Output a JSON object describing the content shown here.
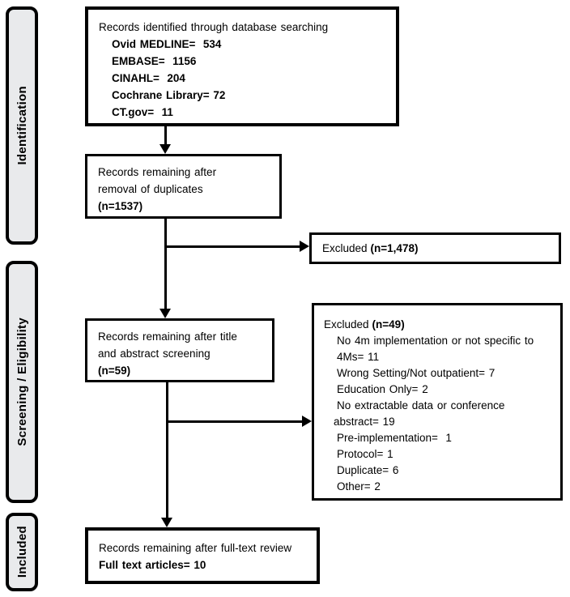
{
  "colors": {
    "background": "#ffffff",
    "box_border": "#000000",
    "stage_fill": "#e9eaec",
    "text": "#000000"
  },
  "stages": [
    {
      "label": "Identification"
    },
    {
      "label": "Screening / Eligibility"
    },
    {
      "label": "Included"
    }
  ],
  "nodes": {
    "identified": {
      "title": "Records identified through database searching",
      "sources": [
        "Ovid MEDLINE=  534",
        "EMBASE=  1156",
        "CINAHL=  204",
        "Cochrane Library= 72",
        "CT.gov=  11"
      ]
    },
    "dedup": {
      "line1": "Records remaining after",
      "line2": "removal of duplicates",
      "count": "(n=1537)"
    },
    "excluded1": {
      "label": "Excluded",
      "count": "(n=1,478)"
    },
    "screened": {
      "line1": "Records remaining after title",
      "line2": "and abstract screening",
      "count": "(n=59)"
    },
    "excluded2": {
      "label": "Excluded",
      "count": "(n=49)",
      "reasons": [
        "No 4m implementation or not specific to",
        "4Ms= 11",
        "Wrong Setting/Not outpatient= 7",
        "Education Only= 2",
        "No extractable data or conference",
        "abstract= 19",
        "Pre-implementation=  1",
        "Protocol= 1",
        "Duplicate= 6",
        "Other= 2"
      ]
    },
    "fulltext": {
      "line1": "Records remaining after full-text review",
      "line2": "Full text articles= 10"
    }
  }
}
